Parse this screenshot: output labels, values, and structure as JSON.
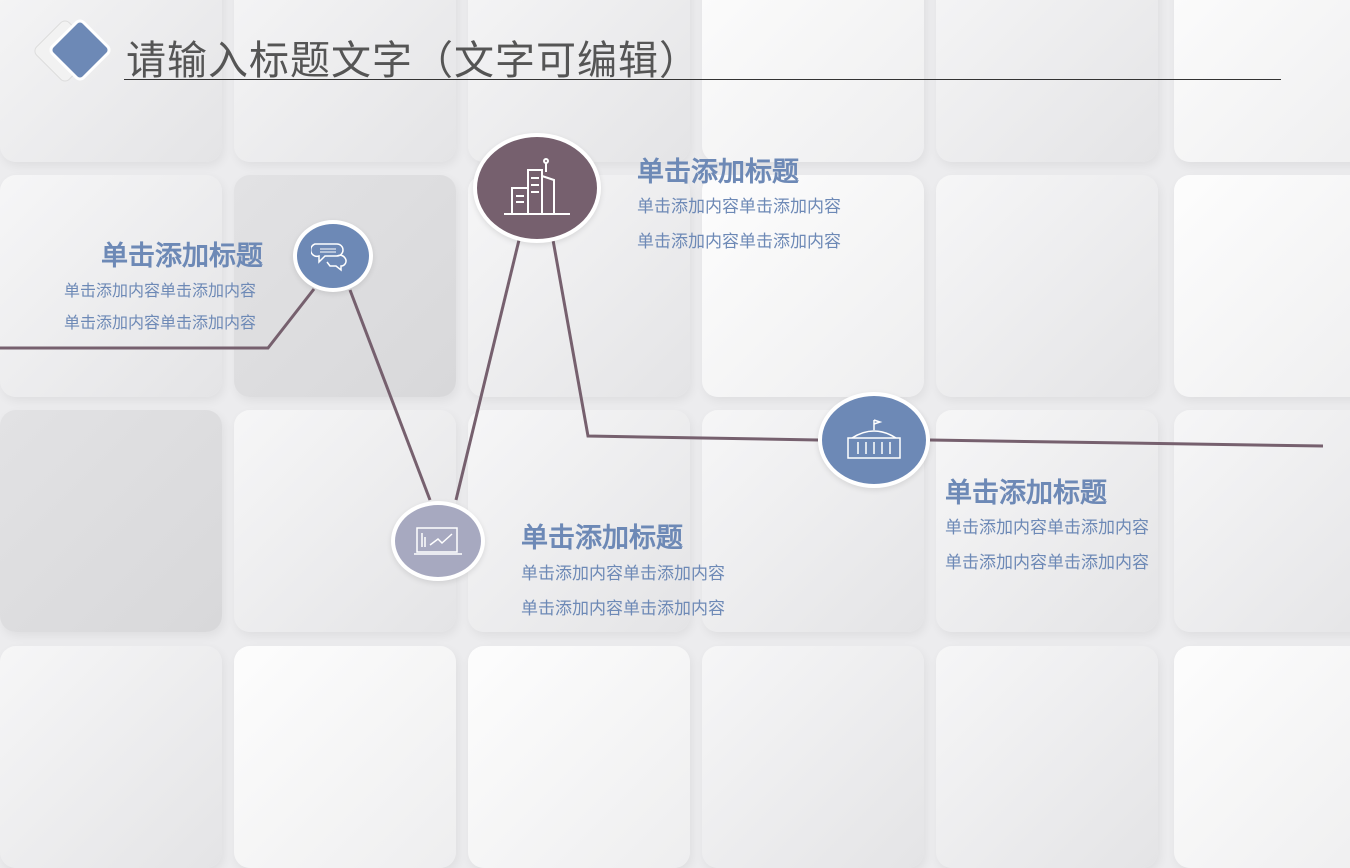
{
  "slide": {
    "title": "请输入标题文字（文字可编辑）"
  },
  "colors": {
    "blue": "#6d89b6",
    "purple": "#76606e",
    "grey": "#a7a9c0",
    "line": "#76606e"
  },
  "items": [
    {
      "icon": "chat-bubbles-icon",
      "heading": "单击添加标题",
      "lines": [
        "单击添加内容单击添加内容",
        "单击添加内容单击添加内容"
      ]
    },
    {
      "icon": "buildings-icon",
      "heading": "单击添加标题",
      "lines": [
        "单击添加内容单击添加内容",
        "单击添加内容单击添加内容"
      ]
    },
    {
      "icon": "presentation-chart-icon",
      "heading": "单击添加标题",
      "lines": [
        "单击添加内容单击添加内容",
        "单击添加内容单击添加内容"
      ]
    },
    {
      "icon": "government-building-icon",
      "heading": "单击添加标题",
      "lines": [
        "单击添加内容单击添加内容",
        "单击添加内容单击添加内容"
      ]
    }
  ]
}
